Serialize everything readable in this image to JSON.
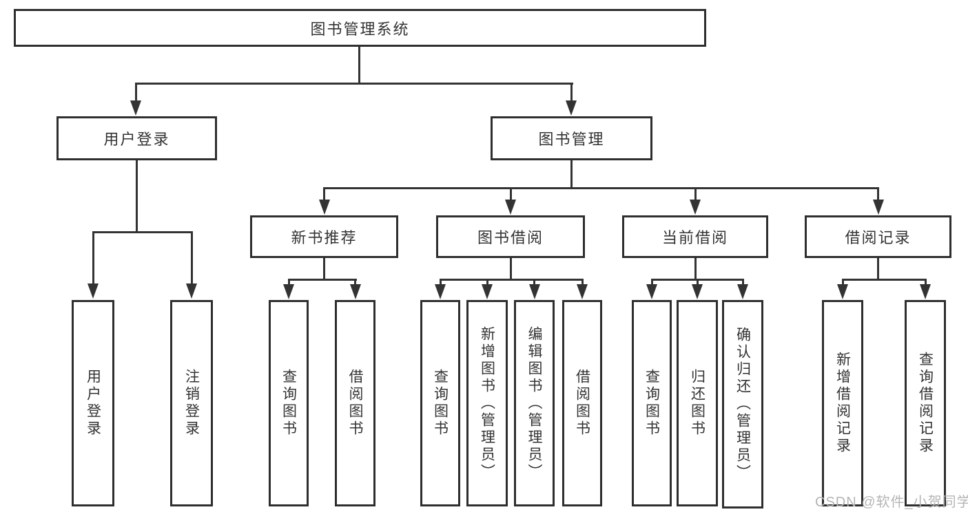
{
  "diagram": {
    "root": {
      "label": "图书管理系统"
    },
    "branches": [
      {
        "label": "用户登录",
        "children": [
          {
            "label": "用户登录"
          },
          {
            "label": "注销登录"
          }
        ]
      },
      {
        "label": "图书管理",
        "children": [
          {
            "label": "新书推荐",
            "children": [
              {
                "label": "查询图书"
              },
              {
                "label": "借阅图书"
              }
            ]
          },
          {
            "label": "图书借阅",
            "children": [
              {
                "label": "查询图书"
              },
              {
                "label": "新增图书（管理员）"
              },
              {
                "label": "编辑图书（管理员）"
              },
              {
                "label": "借阅图书"
              }
            ]
          },
          {
            "label": "当前借阅",
            "children": [
              {
                "label": "查询图书"
              },
              {
                "label": "归还图书"
              },
              {
                "label": "确认归还（管理员）"
              }
            ]
          },
          {
            "label": "借阅记录",
            "children": [
              {
                "label": "新增借阅记录"
              },
              {
                "label": "查询借阅记录"
              }
            ]
          }
        ]
      }
    ],
    "watermark": "CSDN @软件_小贺同学",
    "colors": {
      "line": "#333333",
      "border": "#2e2e2e",
      "text": "#333333",
      "watermark": "#b5b5b5"
    }
  }
}
